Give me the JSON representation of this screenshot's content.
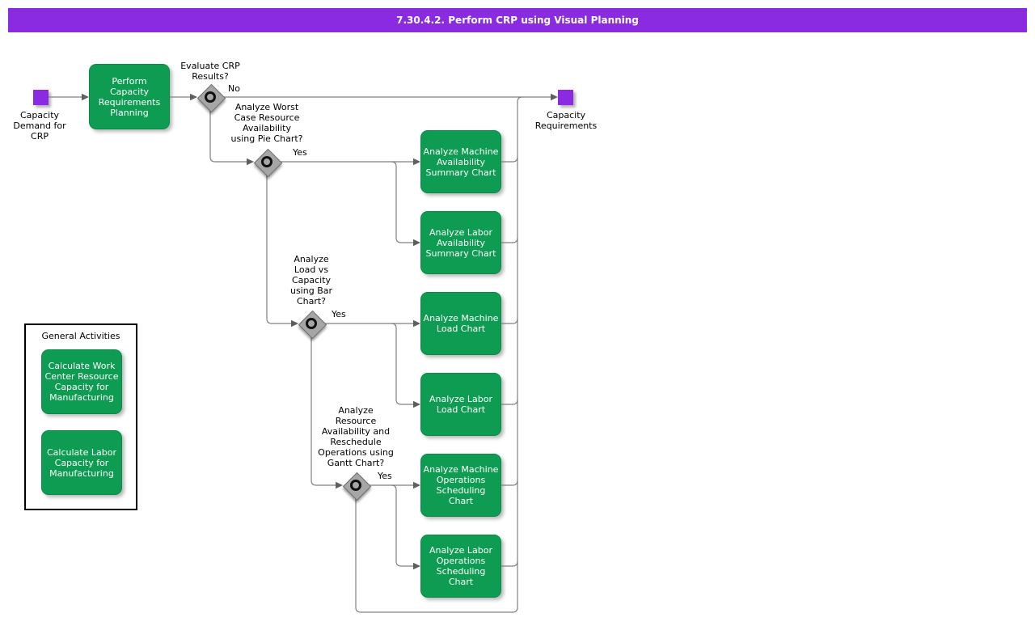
{
  "title": "7.30.4.2. Perform CRP using Visual Planning",
  "colors": {
    "title_bar": "#8A2BE2",
    "terminal_node": "#8A2BE2",
    "activity_fill": "#0E9C52",
    "activity_text": "#FFFFFF",
    "decision_fill": "#A6A6A6",
    "connector": "#808080"
  },
  "nodes": {
    "start": {
      "label": "Capacity\nDemand for\nCRP"
    },
    "end": {
      "label": "Capacity\nRequirements"
    },
    "main": {
      "label": "Perform\nCapacity\nRequirements\nPlanning"
    }
  },
  "decisions": [
    {
      "question": "Evaluate CRP\nResults?",
      "branch": "No"
    },
    {
      "question": "Analyze Worst\nCase Resource\nAvailability\nusing Pie Chart?",
      "branch": "Yes"
    },
    {
      "question": "Analyze\nLoad vs\nCapacity\nusing Bar\nChart?",
      "branch": "Yes"
    },
    {
      "question": "Analyze\nResource\nAvailability and\nReschedule\nOperations using\nGantt Chart?",
      "branch": "Yes"
    }
  ],
  "activities": [
    {
      "label": "Analyze Machine\nAvailability\nSummary Chart"
    },
    {
      "label": "Analyze Labor\nAvailability\nSummary Chart"
    },
    {
      "label": "Analyze Machine\nLoad Chart"
    },
    {
      "label": "Analyze Labor\nLoad Chart"
    },
    {
      "label": "Analyze Machine\nOperations\nScheduling\nChart"
    },
    {
      "label": "Analyze Labor\nOperations\nScheduling\nChart"
    }
  ],
  "general_activities": {
    "title": "General Activities",
    "items": [
      {
        "label": "Calculate Work\nCenter Resource\nCapacity for\nManufacturing"
      },
      {
        "label": "Calculate Labor\nCapacity for\nManufacturing"
      }
    ]
  }
}
